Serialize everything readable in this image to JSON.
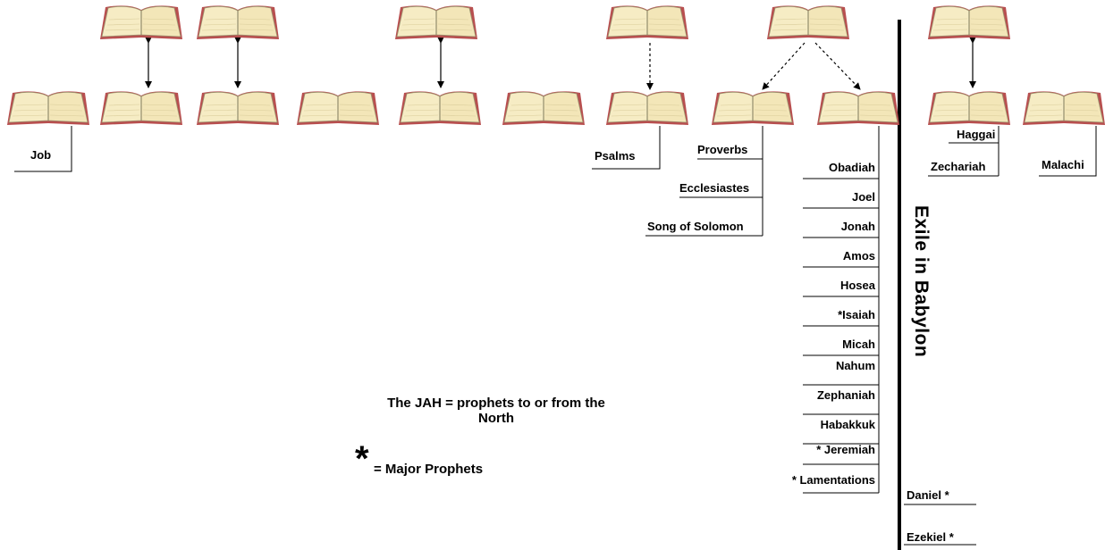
{
  "books": [
    {
      "id": "top-1"
    },
    {
      "id": "top-2"
    },
    {
      "id": "top-3"
    },
    {
      "id": "top-4"
    },
    {
      "id": "top-5"
    },
    {
      "id": "top-6"
    },
    {
      "id": "bottom-1"
    },
    {
      "id": "bottom-2"
    },
    {
      "id": "bottom-3"
    },
    {
      "id": "bottom-4"
    },
    {
      "id": "bottom-5"
    },
    {
      "id": "bottom-6"
    },
    {
      "id": "bottom-7"
    },
    {
      "id": "bottom-8"
    },
    {
      "id": "bottom-9"
    },
    {
      "id": "bottom-10"
    },
    {
      "id": "bottom-11"
    }
  ],
  "labels": {
    "job": "Job",
    "psalms": "Psalms",
    "proverbs": "Proverbs",
    "ecclesiastes": "Ecclesiastes",
    "song_of_solomon": "Song of Solomon",
    "prophets": [
      "Obadiah",
      "Joel",
      "Jonah",
      "Amos",
      "Hosea",
      "*Isaiah",
      "Micah",
      "Nahum",
      "Zephaniah",
      "Habakkuk",
      "* Jeremiah",
      "* Lamentations"
    ],
    "haggai": "Haggai",
    "zechariah": "Zechariah",
    "malachi": "Malachi",
    "daniel": "Daniel *",
    "ezekiel": "Ezekiel *"
  },
  "exile_title": "Exile in Babylon",
  "legend": {
    "line1": "The JAH = prophets to or from the",
    "line2": "North",
    "star": "*",
    "major": "= Major Prophets"
  },
  "colors": {
    "book_page": "#f6ecc4",
    "book_edge": "#b84f4f",
    "ink": "#000000"
  }
}
